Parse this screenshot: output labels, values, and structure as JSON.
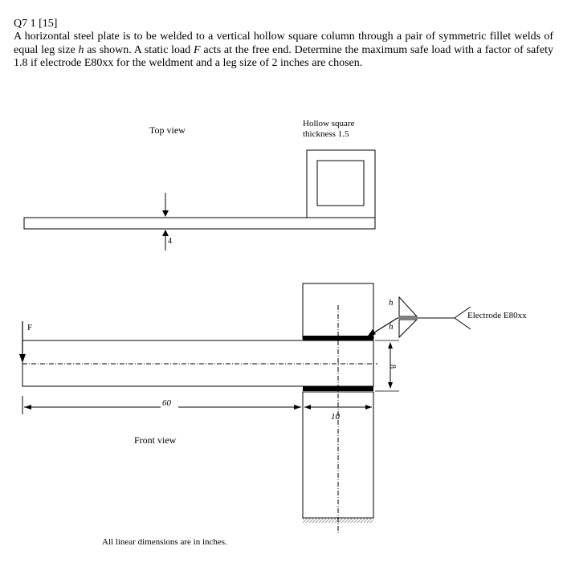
{
  "question": {
    "header": "Q7 1 [15]",
    "text_part1": "A horizontal steel plate is to be welded to a vertical hollow square column through a pair of symmetric fillet welds of equal leg size ",
    "h_symbol": "h",
    "text_part2": " as shown.  A static load ",
    "F_symbol": "F",
    "text_part3": " acts at the free end. Determine the maximum safe load with a factor of safety 1.8 if electrode E80xx for the weldment and a leg size of 2 inches are chosen."
  },
  "diagram": {
    "top_view_label": "Top view",
    "hollow_label_line1": "Hollow square",
    "hollow_label_line2": "thickness 1.5",
    "plate_thickness_dim": "4",
    "front_view_label": "Front view",
    "force_label": "F",
    "length_dim": "60",
    "column_width_dim": "10",
    "plate_depth_dim": "8",
    "weld_leg_upper": "h",
    "weld_leg_lower": "h",
    "electrode_label": "Electrode E80xx",
    "units_note": "All linear dimensions are in inches."
  }
}
